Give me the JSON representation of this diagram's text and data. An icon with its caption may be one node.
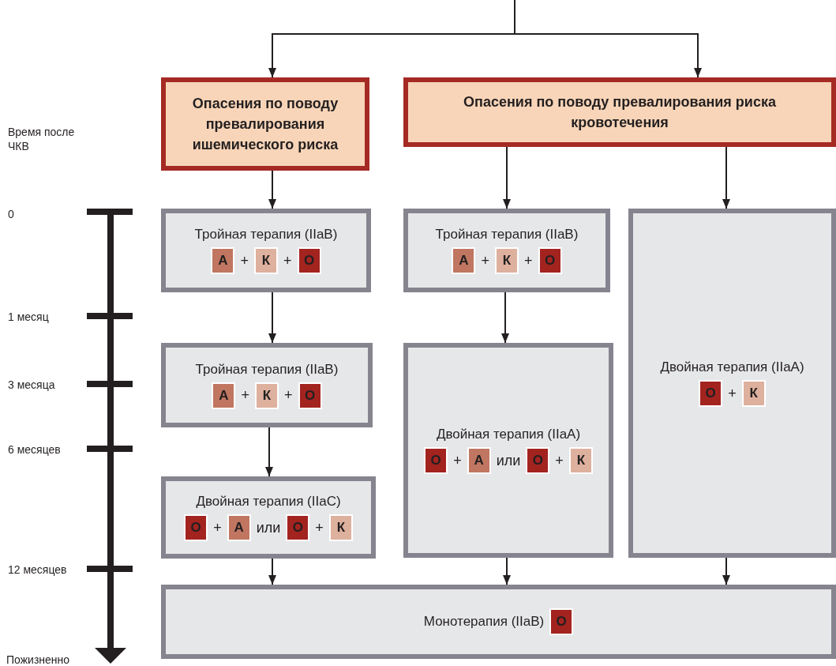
{
  "diagram": {
    "nodes": [
      {
        "text": [
          "Опасения по поводу превалирования ишемического риска"
        ]
      },
      {
        "text": [
          "Опасения по поводу превалирования риска кровотечения"
        ]
      },
      {
        "text": [
          "Тройная терапия (IIaB)",
          "А",
          "+",
          "К",
          "+",
          "О"
        ]
      },
      {
        "text": [
          "Тройная терапия (IIaB)",
          "А",
          "+",
          "К",
          "+",
          "О"
        ]
      },
      {
        "text": [
          "Двойная терапия (IIaC)",
          "О",
          "+",
          "А",
          "или",
          "О",
          "+",
          "К"
        ]
      },
      {
        "text": [
          "Тройная терапия (IIaB)",
          "А",
          "+",
          "К",
          "+",
          "О"
        ]
      },
      {
        "text": [
          "Двойная терапия (IIaA)",
          "О",
          "+",
          "А",
          "или",
          "О",
          "+",
          "К"
        ]
      },
      {
        "text": [
          "Двойная терапия (IIaA)",
          "О",
          "+",
          "К"
        ]
      },
      {
        "text": [
          "Монотерапия (IIaB)",
          "О"
        ]
      }
    ],
    "edges": [
      {
        "from": null,
        "to": 0,
        "arrow": "to"
      },
      {
        "from": null,
        "to": 1,
        "arrow": "to"
      },
      {
        "from": 0,
        "to": 2,
        "arrow": "to"
      },
      {
        "from": 1,
        "to": 5,
        "arrow": "to"
      },
      {
        "from": 1,
        "to": 7,
        "arrow": "to"
      },
      {
        "from": 2,
        "to": 3,
        "arrow": "to"
      },
      {
        "from": 3,
        "to": 4,
        "arrow": "to"
      },
      {
        "from": 5,
        "to": 6,
        "arrow": "to"
      },
      {
        "from": 4,
        "to": 8,
        "arrow": "to"
      },
      {
        "from": 6,
        "to": 8,
        "arrow": "to"
      },
      {
        "from": 7,
        "to": 8,
        "arrow": "to"
      }
    ],
    "labels": [
      "Время после ЧКВ",
      "0",
      "1 месяц",
      "3 месяца",
      "6 месяцев",
      "12 месяцев",
      "Пожизненно"
    ]
  }
}
